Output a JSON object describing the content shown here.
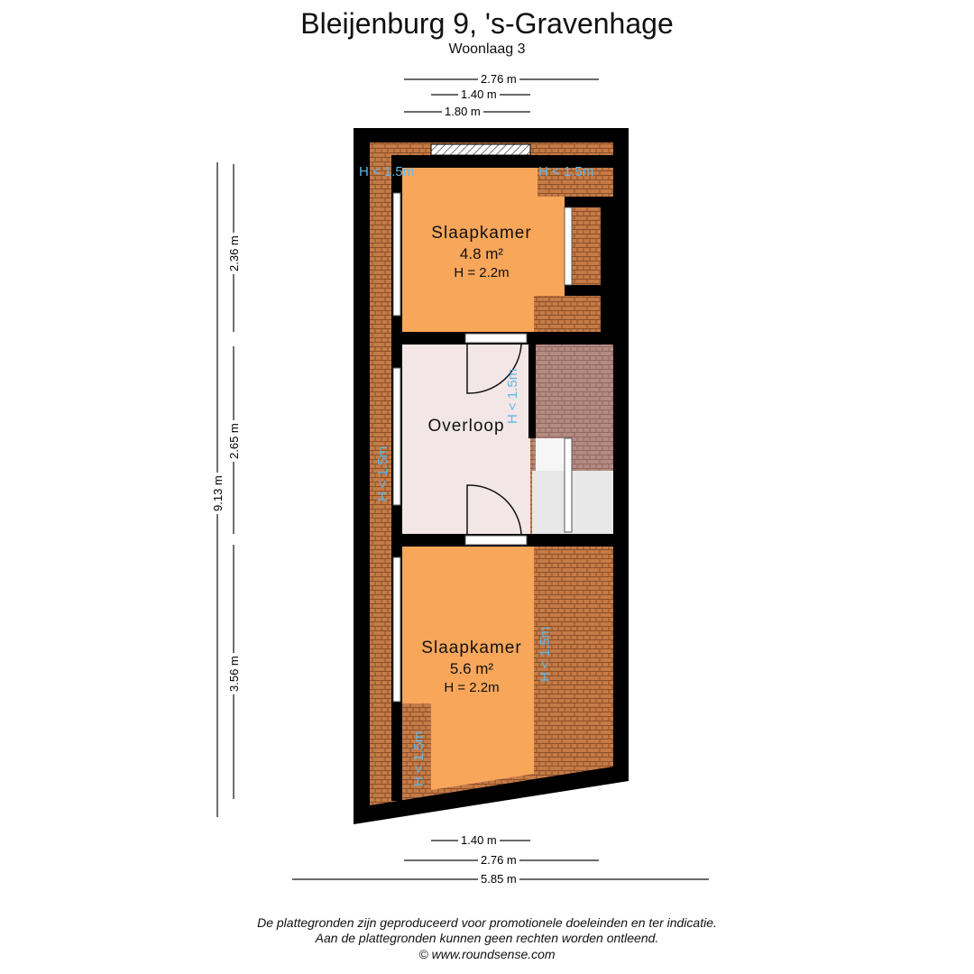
{
  "header": {
    "title": "Bleijenburg 9, 's-Gravenhage",
    "subtitle": "Woonlaag 3"
  },
  "rooms": [
    {
      "name": "Slaapkamer",
      "area": "4.8 m²",
      "height": "H = 2.2m"
    },
    {
      "name": "Overloop"
    },
    {
      "name": "Slaapkamer",
      "area": "5.6 m²",
      "height": "H = 2.2m"
    }
  ],
  "low_ceiling_label": "H < 1.5m",
  "dimensions": {
    "top": [
      "2.76 m",
      "1.40 m",
      "1.80 m"
    ],
    "bottom": [
      "1.40 m",
      "2.76 m",
      "5.85 m"
    ],
    "left_total": "9.13 m",
    "left_parts": [
      "2.36 m",
      "2.65 m",
      "3.56 m"
    ]
  },
  "footer": {
    "line1": "De plattegronden zijn geproduceerd voor promotionele doeleinden en ter indicatie.",
    "line2": "Aan de plattegronden kunnen geen rechten worden ontleend.",
    "line3": "© www.roundsense.com"
  },
  "colors": {
    "wall": "#000000",
    "bedroom": "#f8a65a",
    "landing": "#f3e6e6",
    "roof_tile": "#c8814e",
    "stair_tile": "#b89088",
    "low_label": "#5fb8e8"
  }
}
